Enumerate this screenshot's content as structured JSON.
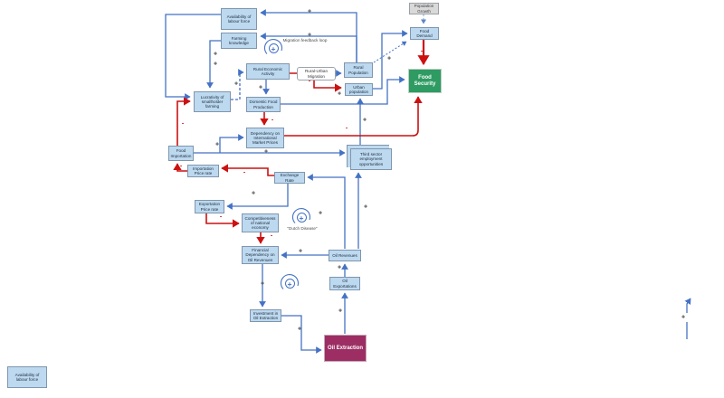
{
  "diagram": {
    "nodes": [
      {
        "id": "availability-labour-force",
        "label": "Availability of labour force",
        "type": "variable"
      },
      {
        "id": "farming-knowledge",
        "label": "Farming knowledge",
        "type": "variable"
      },
      {
        "id": "rural-economic-activity",
        "label": "Rural Economic Activity",
        "type": "variable"
      },
      {
        "id": "rural-urban-migration",
        "label": "Rural-Urban Migration",
        "type": "process"
      },
      {
        "id": "rural-population",
        "label": "Rural Population",
        "type": "variable"
      },
      {
        "id": "urban-population",
        "label": "Urban population",
        "type": "variable"
      },
      {
        "id": "population-growth",
        "label": "Population Growth",
        "type": "external"
      },
      {
        "id": "food-demand",
        "label": "Food Demand",
        "type": "variable"
      },
      {
        "id": "food-security",
        "label": "Food Security",
        "type": "goal"
      },
      {
        "id": "lucrativity-smallholder-farming",
        "label": "Lucrativity of smallholder farming",
        "type": "variable"
      },
      {
        "id": "domestic-food-production",
        "label": "Domestic Food Production",
        "type": "variable"
      },
      {
        "id": "dependency-international-market-prices",
        "label": "Dependency on International Market Prices",
        "type": "variable"
      },
      {
        "id": "food-importation",
        "label": "Food Importation",
        "type": "variable"
      },
      {
        "id": "third-sector-employment",
        "label": "Third sector employment opportunities",
        "type": "variable"
      },
      {
        "id": "importation-price-rate",
        "label": "Importation Price rate",
        "type": "variable"
      },
      {
        "id": "exchange-rate",
        "label": "Exchange Rate",
        "type": "variable"
      },
      {
        "id": "exportation-price-rate",
        "label": "Exportation Price rate",
        "type": "variable"
      },
      {
        "id": "competitiveness-national-economy",
        "label": "Competitiveness of national economy",
        "type": "variable"
      },
      {
        "id": "financial-dependency-oil-revenues",
        "label": "Financial Dependency on Oil Revenues",
        "type": "variable"
      },
      {
        "id": "oil-revenues",
        "label": "Oil Revenues",
        "type": "variable"
      },
      {
        "id": "oil-exportations",
        "label": "Oil Exportations",
        "type": "variable"
      },
      {
        "id": "investment-oil-extraction",
        "label": "Investment in Oil Extraction",
        "type": "variable"
      },
      {
        "id": "oil-extraction",
        "label": "Oil Extraction",
        "type": "source"
      },
      {
        "id": "legend-availability-labour-force",
        "label": "Availability of labour force",
        "type": "variable"
      }
    ],
    "loops": [
      {
        "sign": "+",
        "label": "Migration feedback loop"
      },
      {
        "sign": "+",
        "label": "\"Dutch Disease\""
      },
      {
        "sign": "+",
        "label": ""
      }
    ],
    "signs": [
      {
        "t": "+"
      },
      {
        "t": "+"
      },
      {
        "t": "+"
      },
      {
        "t": "+"
      },
      {
        "t": "+"
      },
      {
        "t": "+"
      },
      {
        "t": "-"
      },
      {
        "t": "+"
      },
      {
        "t": "+"
      },
      {
        "t": "-"
      },
      {
        "t": "-"
      },
      {
        "t": "-"
      },
      {
        "t": "-"
      },
      {
        "t": "+"
      },
      {
        "t": "+"
      },
      {
        "t": "+"
      },
      {
        "t": "+"
      },
      {
        "t": "-"
      },
      {
        "t": "-"
      },
      {
        "t": "+"
      },
      {
        "t": "-"
      },
      {
        "t": "-"
      },
      {
        "t": "+"
      },
      {
        "t": "+"
      },
      {
        "t": "+"
      },
      {
        "t": "+"
      },
      {
        "t": "+"
      },
      {
        "t": "+"
      },
      {
        "t": "+"
      }
    ],
    "colors": {
      "positive_link": "#4472c4",
      "negative_link": "#cc1111",
      "variable_fill": "#bdd9f0",
      "goal_fill": "#2e9b62",
      "source_fill": "#9c2e63",
      "external_fill": "#d9d9d9"
    }
  }
}
